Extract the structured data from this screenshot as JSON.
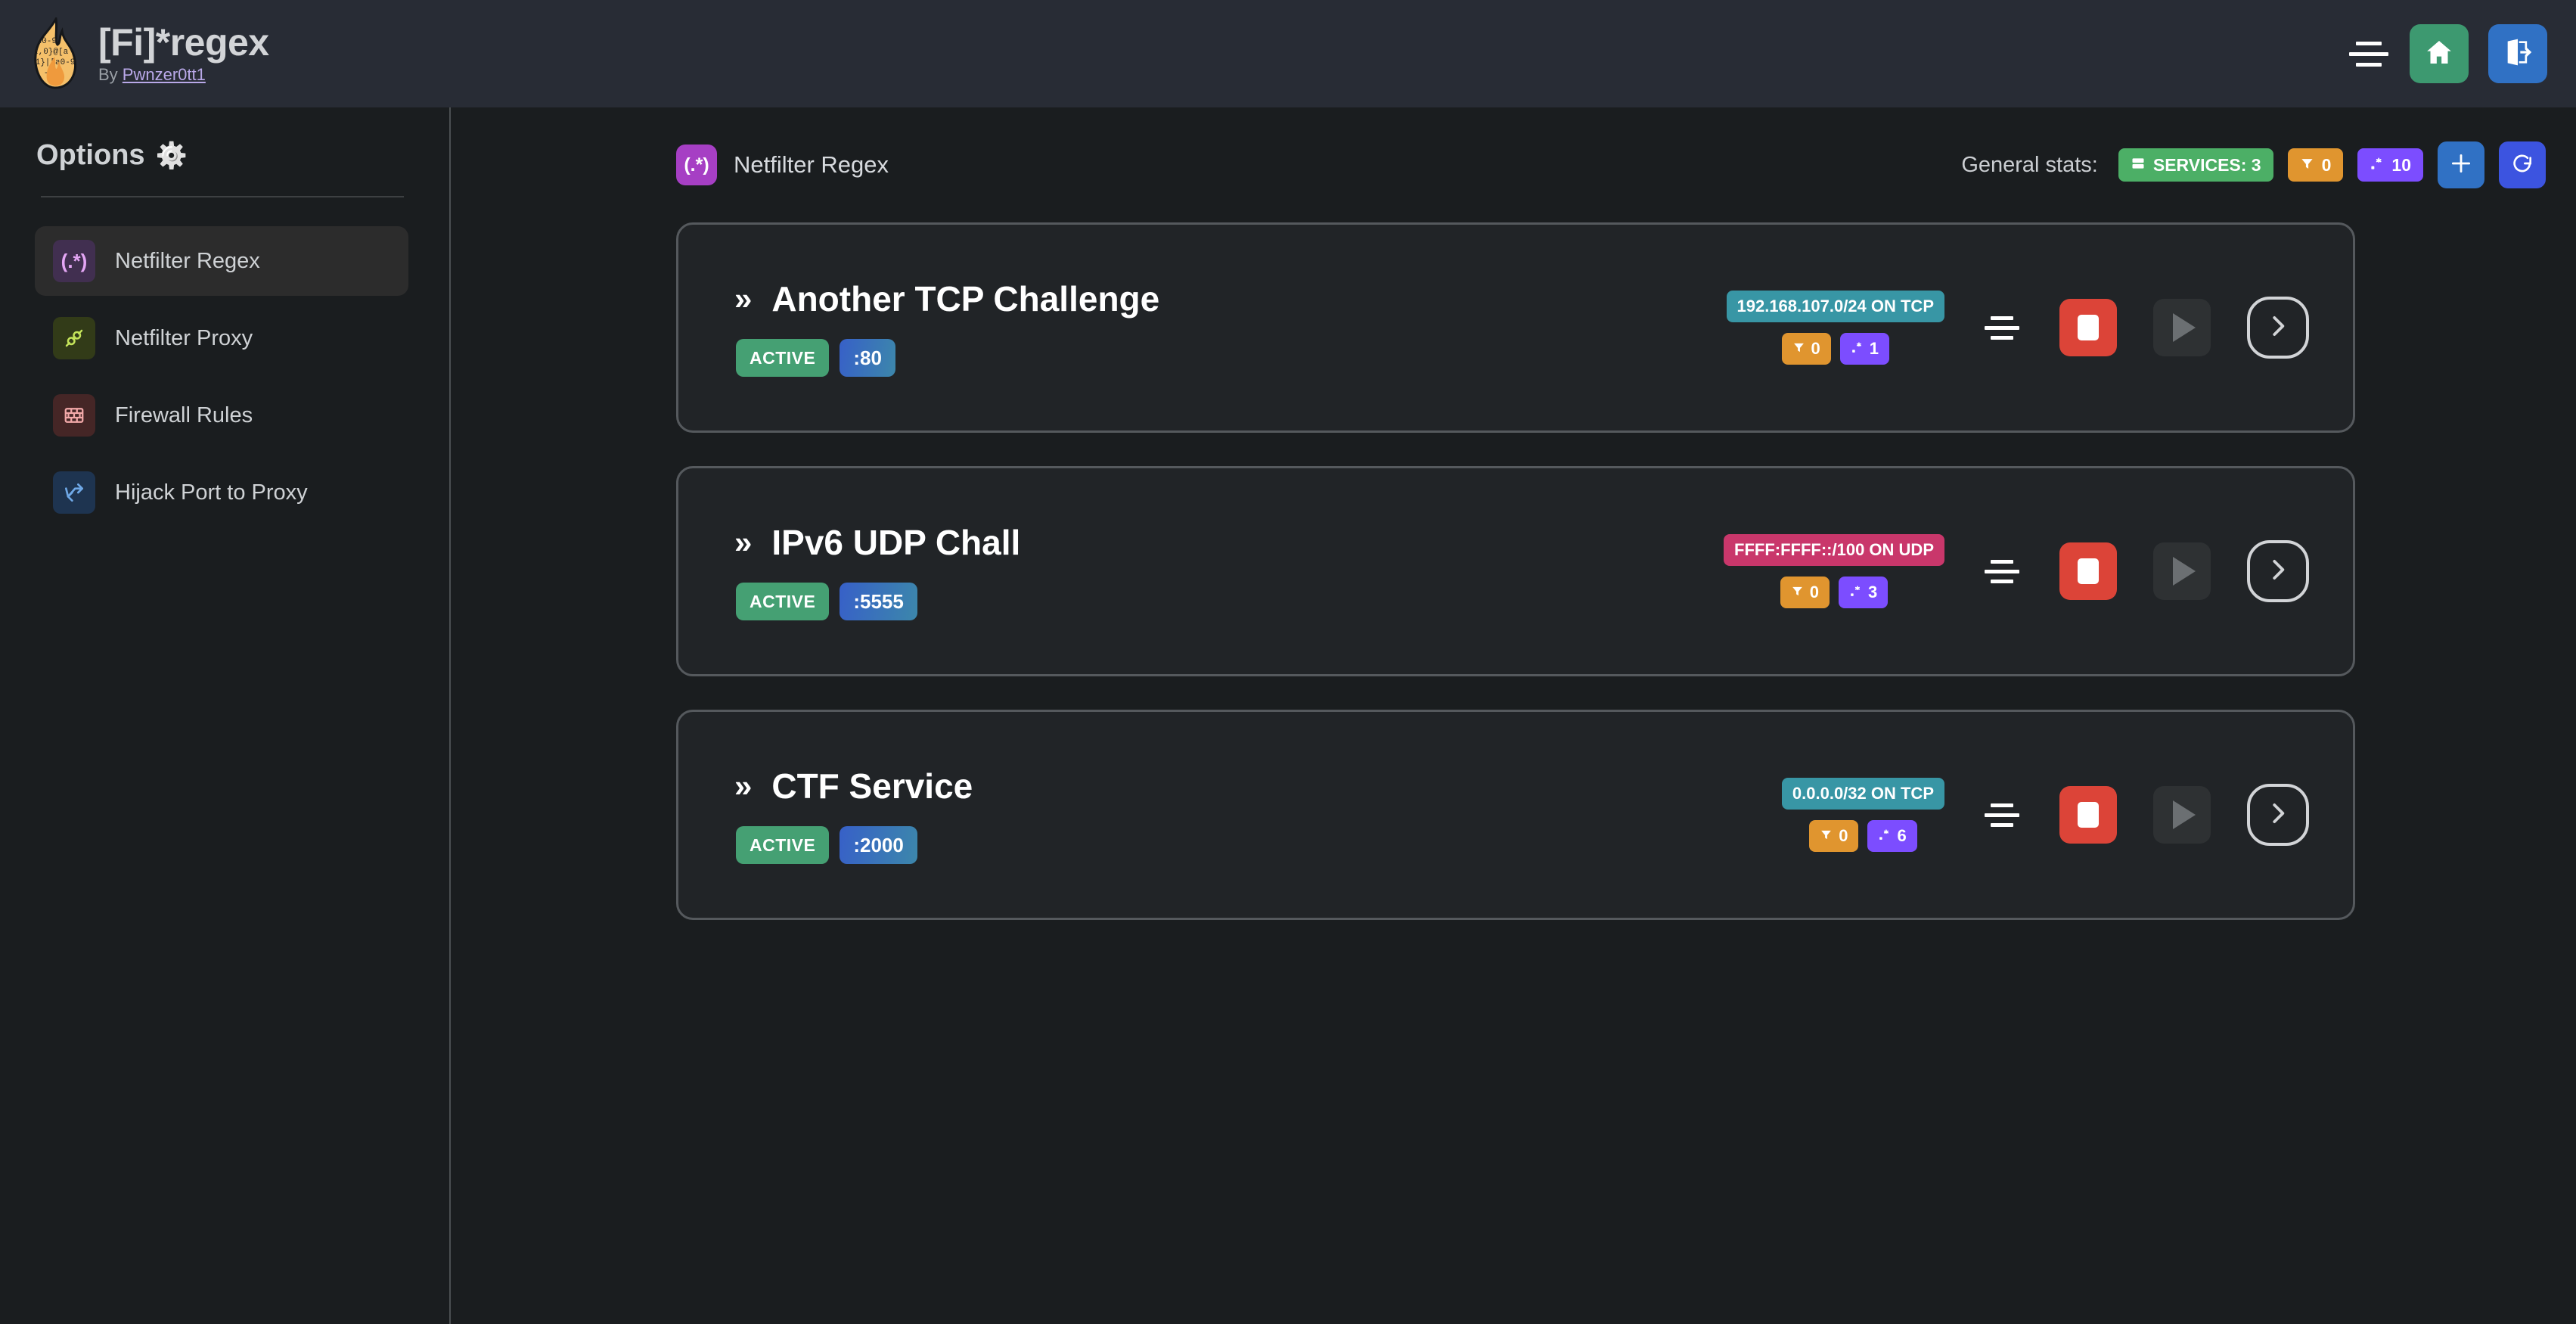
{
  "header": {
    "logo_icon": "flame-regex-logo",
    "title": "[Fi]*regex",
    "by_prefix": "By ",
    "author": "Pwnzer0tt1",
    "menu_icon": "hamburger-icon",
    "home_icon": "home-icon",
    "logout_icon": "logout-icon"
  },
  "sidebar": {
    "heading": "Options",
    "heading_icon": "gear-icon",
    "items": [
      {
        "label": "Netfilter Regex",
        "icon": "regex-icon",
        "glyph": "(.*)",
        "active": true
      },
      {
        "label": "Netfilter Proxy",
        "icon": "plug-icon",
        "glyph": "⚭",
        "active": false
      },
      {
        "label": "Firewall Rules",
        "icon": "brick-wall-icon",
        "glyph": "⌸",
        "active": false
      },
      {
        "label": "Hijack Port to Proxy",
        "icon": "fork-arrow-icon",
        "glyph": "⥁",
        "active": false
      }
    ]
  },
  "main": {
    "section_icon": "regex-icon",
    "section_icon_glyph": "(.*)",
    "section_title": "Netfilter Regex",
    "stats_label": "General stats:",
    "stats": [
      {
        "name": "services",
        "icon": "server-icon",
        "text": "SERVICES: 3",
        "color": "#4caf66"
      },
      {
        "name": "filters",
        "icon": "funnel-icon",
        "text": "0",
        "color": "#e0952f"
      },
      {
        "name": "regexes",
        "icon": "regex-icon",
        "text": "10",
        "color": "#7c4dff"
      }
    ],
    "add_icon": "plus-icon",
    "refresh_icon": "refresh-icon"
  },
  "services": [
    {
      "name": "Another TCP Challenge",
      "chevron_icon": "double-chevron-right-icon",
      "status": "ACTIVE",
      "port": ":80",
      "network": "192.168.107.0/24 ON TCP",
      "network_proto": "tcp",
      "filter_count": "0",
      "regex_count": "1",
      "align_icon": "align-center-icon",
      "stop_icon": "stop-icon",
      "play_icon": "play-icon",
      "details_icon": "chevron-right-icon"
    },
    {
      "name": "IPv6 UDP Chall",
      "chevron_icon": "double-chevron-right-icon",
      "status": "ACTIVE",
      "port": ":5555",
      "network": "FFFF:FFFF::/100 ON UDP",
      "network_proto": "udp",
      "filter_count": "0",
      "regex_count": "3",
      "align_icon": "align-center-icon",
      "stop_icon": "stop-icon",
      "play_icon": "play-icon",
      "details_icon": "chevron-right-icon"
    },
    {
      "name": "CTF Service",
      "chevron_icon": "double-chevron-right-icon",
      "status": "ACTIVE",
      "port": ":2000",
      "network": "0.0.0.0/32 ON TCP",
      "network_proto": "tcp",
      "filter_count": "0",
      "regex_count": "6",
      "align_icon": "align-center-icon",
      "stop_icon": "stop-icon",
      "play_icon": "play-icon",
      "details_icon": "chevron-right-icon"
    }
  ],
  "colors": {
    "page_bg": "#1a1d1f",
    "topbar_bg": "#282c35",
    "card_bg": "#212427",
    "card_border": "#55595d",
    "accent_green": "#3d9970",
    "accent_blue": "#3071c4",
    "stop_red": "#dc4438",
    "regex_purple": "#7c4dff"
  }
}
